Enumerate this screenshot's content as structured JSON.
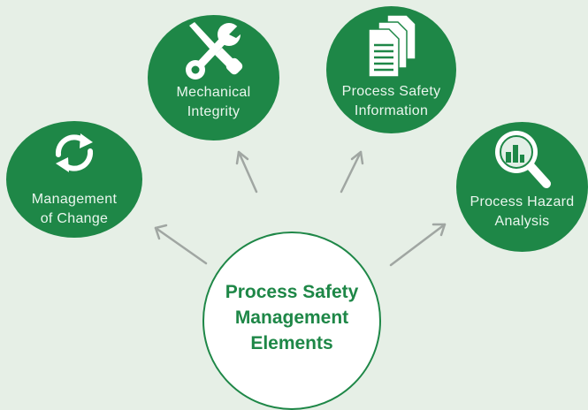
{
  "center": {
    "lines": [
      "Process Safety",
      "Management",
      "Elements"
    ]
  },
  "nodes": [
    {
      "id": "management-of-change",
      "lines": [
        "Management",
        "of Change"
      ],
      "icon": "refresh-arrows-icon"
    },
    {
      "id": "mechanical-integrity",
      "lines": [
        "Mechanical",
        "Integrity"
      ],
      "icon": "wrench-screwdriver-icon"
    },
    {
      "id": "process-safety-information",
      "lines": [
        "Process Safety",
        "Information"
      ],
      "icon": "documents-icon"
    },
    {
      "id": "process-hazard-analysis",
      "lines": [
        "Process Hazard",
        "Analysis"
      ],
      "icon": "magnifier-chart-icon"
    }
  ],
  "colors": {
    "background": "#e6efe6",
    "node": "#1e8747",
    "arrow": "#a0a6a2",
    "center_fill": "#ffffff"
  }
}
